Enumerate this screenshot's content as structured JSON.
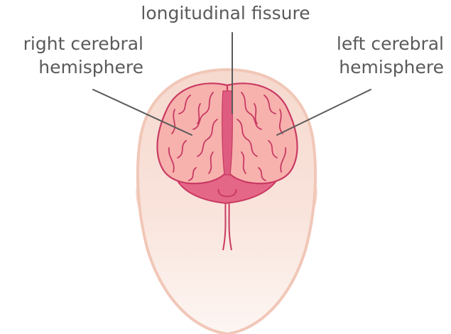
{
  "labels": {
    "longitudinal_fissure": "longitudinal fissure",
    "right_hemisphere": [
      "right cerebral",
      "hemisphere"
    ],
    "left_hemisphere": [
      "left cerebral",
      "hemisphere"
    ]
  },
  "colors": {
    "head_fill": "#f8ddd3",
    "head_outline": "#f1c7b8",
    "brain_fill": "#f7b2ad",
    "brain_outline": "#c93a63",
    "fissure_fill": "#de5c80",
    "brainstem_fill": "#e56788",
    "leader_line": "#5a5a5a"
  }
}
